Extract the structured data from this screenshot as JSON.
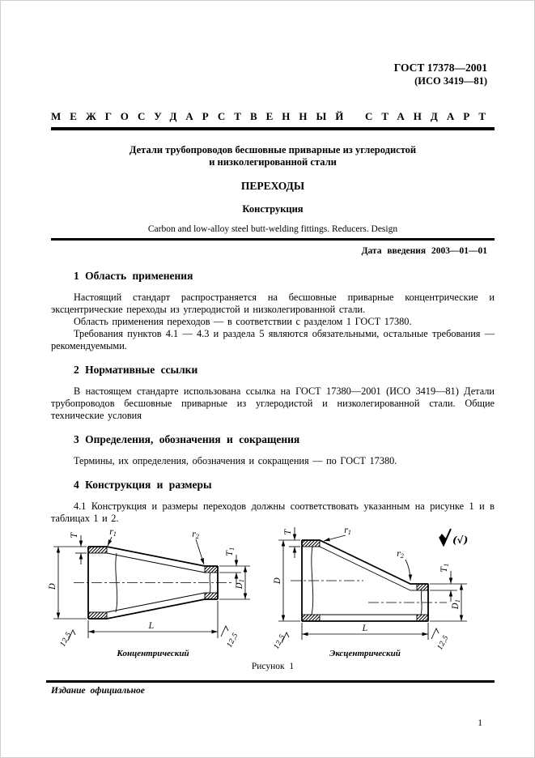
{
  "header": {
    "gost_code": "ГОСТ 17378—2001",
    "iso_code": "(ИСО 3419—81)",
    "standard_kind_word1": "МЕЖГОСУДАРСТВЕННЫЙ",
    "standard_kind_word2": "СТАНДАРТ"
  },
  "title_block": {
    "title_ru_line1": "Детали трубопроводов бесшовные приварные из углеродистой",
    "title_ru_line2": "и низколегированной стали",
    "doc_subject": "ПЕРЕХОДЫ",
    "doc_aspect": "Конструкция",
    "title_en": "Carbon and low-alloy steel butt-welding fittings. Reducers. Design",
    "effective_date": "Дата введения 2003—01—01"
  },
  "sections": [
    {
      "heading": "1 Область применения",
      "paragraphs": [
        "Настоящий стандарт распространяется на бесшовные приварные концентрические и эксцентрические переходы из углеродистой и низколегированной стали.",
        "Область применения переходов — в соответствии с разделом 1 ГОСТ 17380.",
        "Требования пунктов 4.1 — 4.3 и раздела 5 являются обязательными, остальные требования — рекомендуемыми."
      ]
    },
    {
      "heading": "2 Нормативные ссылки",
      "paragraphs": [
        "В настоящем стандарте использована ссылка на ГОСТ 17380—2001 (ИСО 3419—81) Детали трубопроводов бесшовные приварные из углеродистой и низколегированной стали. Общие технические условия"
      ]
    },
    {
      "heading": "3 Определения, обозначения и сокращения",
      "paragraphs": [
        "Термины, их определения, обозначения и сокращения — по ГОСТ 17380."
      ]
    },
    {
      "heading": "4 Конструкция и размеры",
      "paragraphs": [
        "4.1 Конструкция и размеры переходов должны соответствовать указанным на рисунке 1 и в таблицах 1 и 2."
      ]
    }
  ],
  "figure": {
    "caption": "Рисунок 1",
    "concentric_label": "Концентрический",
    "eccentric_label": "Эксцентрический",
    "dims": {
      "D": "D",
      "T": "T",
      "L": "L",
      "D1": {
        "base": "D",
        "sub": "1"
      },
      "T1": {
        "base": "T",
        "sub": "1"
      },
      "r1": {
        "base": "r",
        "sub": "1"
      },
      "r2": {
        "base": "r",
        "sub": "2"
      },
      "roughness": "12,5",
      "surface_note": "(√)"
    }
  },
  "footer": {
    "edition_note": "Издание официальное",
    "page_number": "1"
  }
}
